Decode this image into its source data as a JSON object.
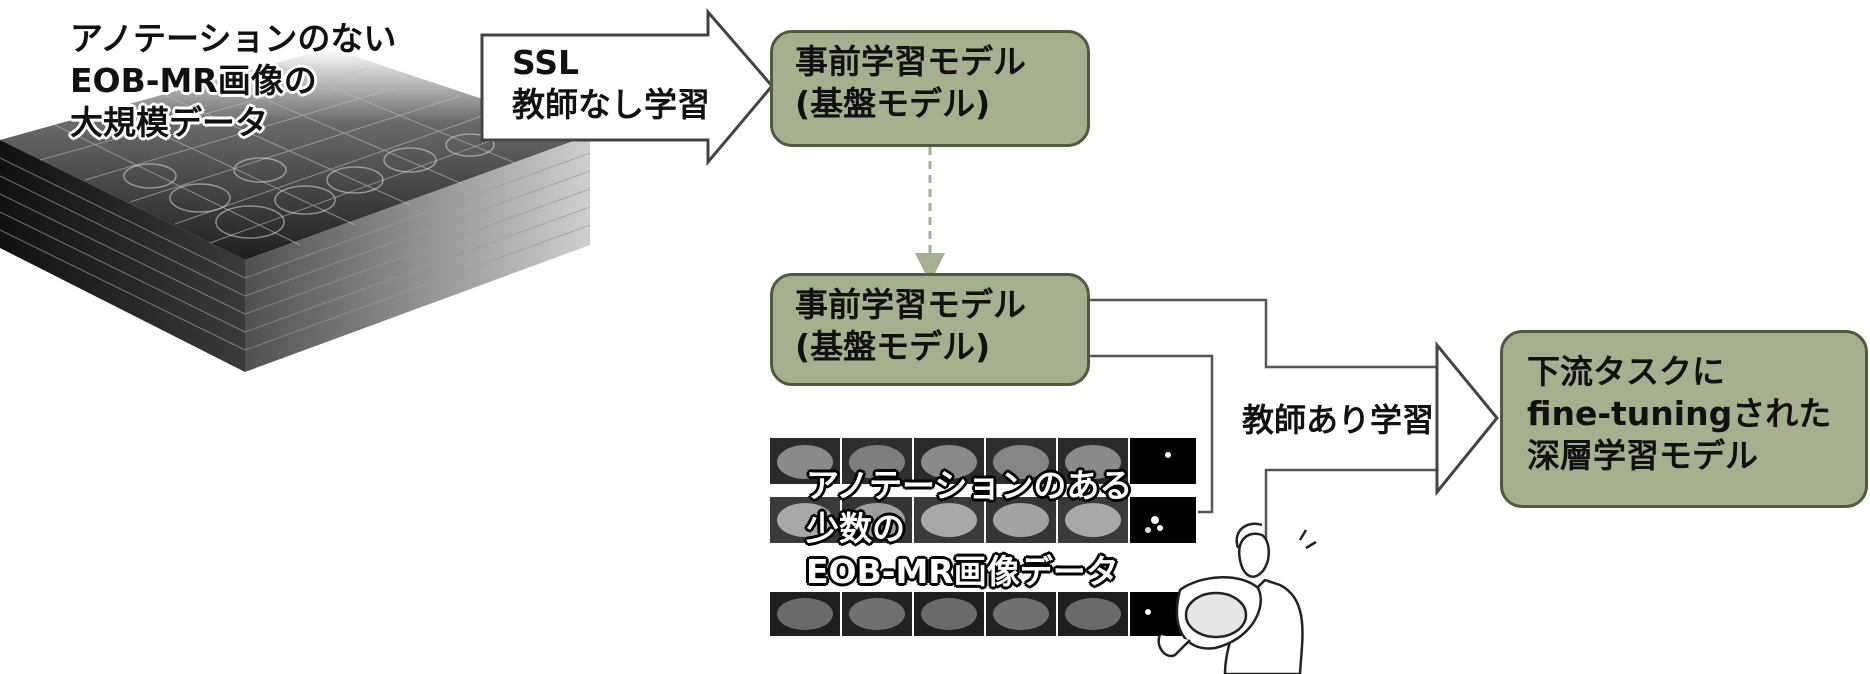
{
  "unlabeled_data": {
    "lines": [
      "アノテーションのない",
      "EOB-MR画像の",
      "大規模データ"
    ]
  },
  "ssl_arrow": {
    "lines": [
      "SSL",
      "教師なし学習"
    ]
  },
  "pretrained_model_top": {
    "lines": [
      "事前学習モデル",
      "(基盤モデル)"
    ]
  },
  "pretrained_model_bottom": {
    "lines": [
      "事前学習モデル",
      "(基盤モデル)"
    ]
  },
  "supervised_label": "教師あり学習",
  "labeled_data": {
    "lines": [
      "アノテーションのある",
      "少数の",
      "EOB-MR画像データ"
    ]
  },
  "finetuned_model": {
    "lines": [
      "下流タスクに",
      "fine-tuningされた",
      "深層学習モデル"
    ]
  },
  "colors": {
    "box_fill": "#a5b08e",
    "box_border": "#4f5a3e",
    "connector": "#555555",
    "dashed_arrow": "#a5b08e"
  }
}
